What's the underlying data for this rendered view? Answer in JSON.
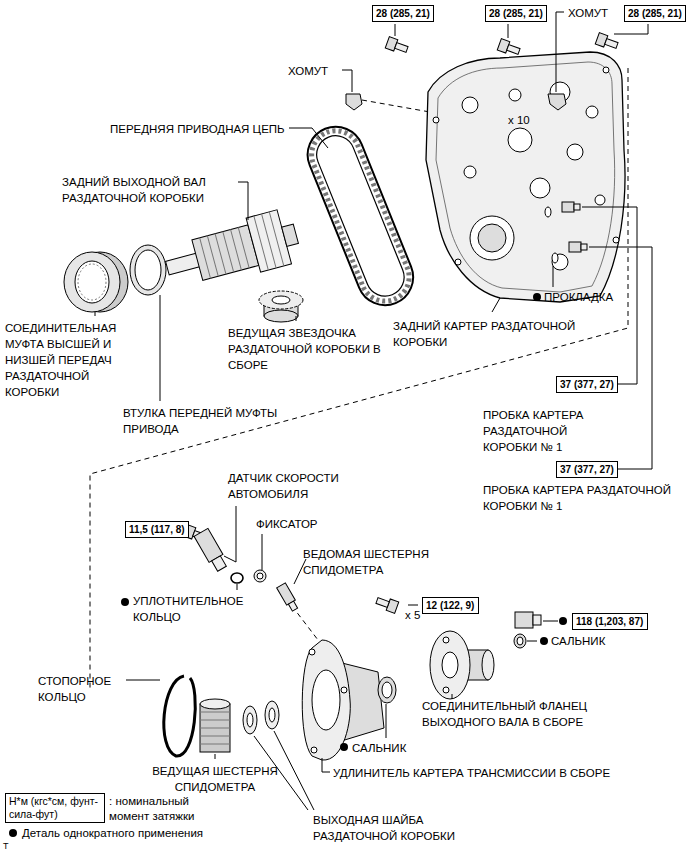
{
  "diagram": {
    "nodes": [
      {
        "text": [
          "28 (285, 21)"
        ]
      },
      {
        "text": [
          "28 (285, 21)"
        ]
      },
      {
        "text": [
          "28 (285, 21)"
        ]
      },
      {
        "text": [
          "37 (377, 27)"
        ]
      },
      {
        "text": [
          "37 (377, 27)"
        ]
      },
      {
        "text": [
          "11,5 (117, 8)"
        ]
      },
      {
        "text": [
          "12 (122, 9)"
        ]
      },
      {
        "text": [
          "118 (1,203, 87)"
        ]
      },
      {
        "text": [
          "Н*м (кгс*см, фунт-сила-фут)"
        ]
      }
    ],
    "labels": [
      "ХОМУТ",
      "ХОМУТ",
      "x 10",
      "ПЕРЕДНЯЯ ПРИВОДНАЯ ЦЕПЬ",
      "ЗАДНИЙ ВЫХОДНОЙ ВАЛ РАЗДАТОЧНОЙ КОРОБКИ",
      "ПРОКЛАДКА",
      "ЗАДНИЙ КАРТЕР РАЗДАТОЧНОЙ КОРОБКИ",
      "СОЕДИНИТЕЛЬНАЯ МУФТА ВЫСШЕЙ И НИЗШЕЙ ПЕРЕДАЧ РАЗДАТОЧНОЙ КОРОБКИ",
      "ВЕДУЩАЯ ЗВЕЗДОЧКА РАЗДАТОЧНОЙ КОРОБКИ В СБОРЕ",
      "ВТУЛКА ПЕРЕДНЕЙ МУФТЫ ПРИВОДА",
      "ПРОБКА КАРТЕРА РАЗДАТОЧНОЙ КОРОБКИ № 1",
      "ПРОБКА КАРТЕРА РАЗДАТОЧНОЙ КОРОБКИ № 1",
      "ДАТЧИК СКОРОСТИ АВТОМОБИЛЯ",
      "ФИКСАТОР",
      "ВЕДОМАЯ ШЕСТЕРНЯ СПИДОМЕТРА",
      "УПЛОТНИТЕЛЬНОЕ КОЛЬЦО",
      "x 5",
      "СТОПОРНОЕ КОЛЬЦО",
      "САЛЬНИК",
      "СОЕДИНИТЕЛЬНЫЙ ФЛАНЕЦ ВЫХОДНОГО ВАЛА В СБОРЕ",
      "САЛЬНИК",
      "УДЛИНИТЕЛЬ КАРТЕРА ТРАНСМИССИИ В СБОРЕ",
      "ВЕДУЩАЯ ШЕСТЕРНЯ СПИДОМЕТРА",
      "ВЫХОДНАЯ ШАЙБА РАЗДАТОЧНОЙ КОРОБКИ",
      "T"
    ],
    "legend": [
      {
        "text": ": номинальный момент затяжки"
      },
      {
        "text": "Деталь однократного применения"
      }
    ]
  }
}
